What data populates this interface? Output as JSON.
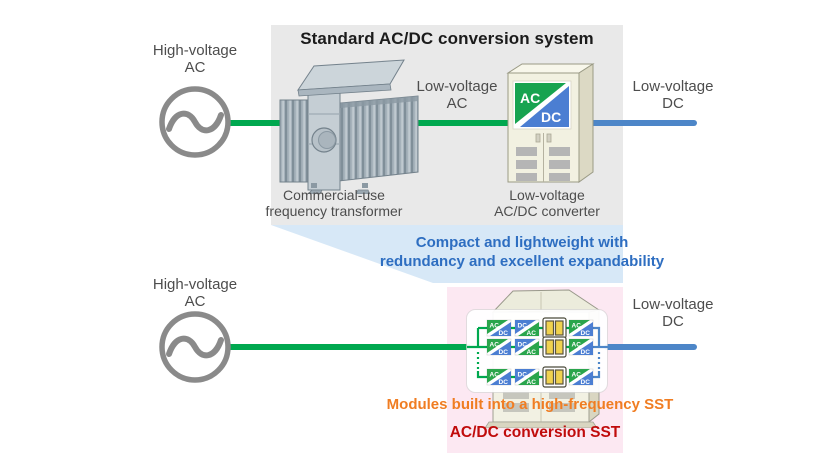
{
  "top_system": {
    "title": "Standard AC/DC conversion system",
    "source_label": {
      "line1": "High-voltage",
      "line2": "AC"
    },
    "lv_ac_label": {
      "line1": "Low-voltage",
      "line2": "AC"
    },
    "lv_dc_label": {
      "line1": "Low-voltage",
      "line2": "DC"
    },
    "transformer_caption": {
      "line1": "Commercial-use",
      "line2": "frequency transformer"
    },
    "converter_caption": {
      "line1": "Low-voltage",
      "line2": "AC/DC converter"
    },
    "converter_logo": {
      "ac": "AC",
      "dc": "DC"
    }
  },
  "benefit": {
    "line1": "Compact and lightweight with",
    "line2": "redundancy and excellent expandability"
  },
  "bottom_system": {
    "source_label": {
      "line1": "High-voltage",
      "line2": "AC"
    },
    "lv_dc_label": {
      "line1": "Low-voltage",
      "line2": "DC"
    },
    "modules_note": "Modules built into a high-frequency SST",
    "sst_title": "AC/DC conversion SST",
    "module_labels": {
      "ac": "AC",
      "dc": "DC"
    }
  },
  "colors": {
    "panel_gray": "#e9e9e9",
    "funnel_blue": "#d7e8f7",
    "panel_pink": "#fce8f2",
    "ac_line_green": "#00a84f",
    "dc_line_blue": "#4d86c8",
    "benefit_text_blue": "#2e6ec1",
    "note_orange": "#f07d22",
    "sst_title_red": "#c00b0b",
    "module_green": "#2aa54c",
    "module_blue": "#4b7ed2",
    "hf_transformer_yellow": "#f0d24f"
  }
}
